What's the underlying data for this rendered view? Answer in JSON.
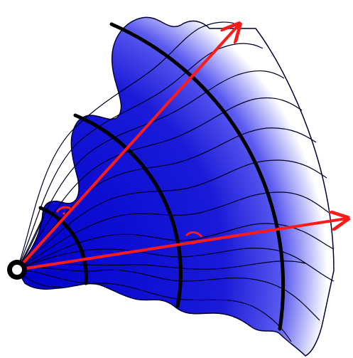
{
  "diagram": {
    "kind": "wavefront-and-rays",
    "colors": {
      "fill_dark": "#0000cc",
      "fill_mid": "#2a2ae0",
      "fill_light": "#ffffff",
      "outline": "#000033",
      "wavefront": "#000000",
      "ray": "#ff1a1a",
      "source_ring": "#000000",
      "source_center": "#ffffff",
      "field_lines": "#000022"
    },
    "elements": {
      "source": "point-source",
      "wavefronts": 3,
      "rays": 2,
      "right_angle_markers": 2,
      "field_lines": 14
    }
  }
}
